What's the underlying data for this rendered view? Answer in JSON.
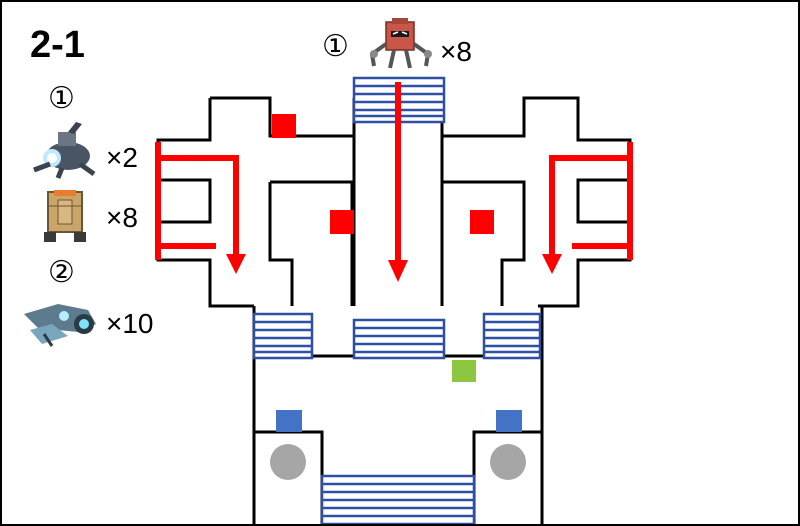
{
  "stage": {
    "title": "2-1"
  },
  "waves": [
    {
      "marker": "①",
      "enemies": [
        {
          "icon": "mech-walker-icon",
          "count": "×2"
        },
        {
          "icon": "supply-crate-icon",
          "count": "×8"
        }
      ]
    },
    {
      "marker": "②",
      "enemies": [
        {
          "icon": "hover-drone-icon",
          "count": "×10"
        }
      ]
    }
  ],
  "top_spawn": {
    "marker": "①",
    "icon": "box-robot-icon",
    "count": "×8"
  },
  "colors": {
    "wall": "#000000",
    "route_arrow": "#ff0000",
    "spawn_marker": "#ff0000",
    "stairs": "#2e4fa3",
    "goal_marker": "#8dc63f",
    "ally_marker": "#4472c4",
    "pillar": "#a6a6a6"
  }
}
